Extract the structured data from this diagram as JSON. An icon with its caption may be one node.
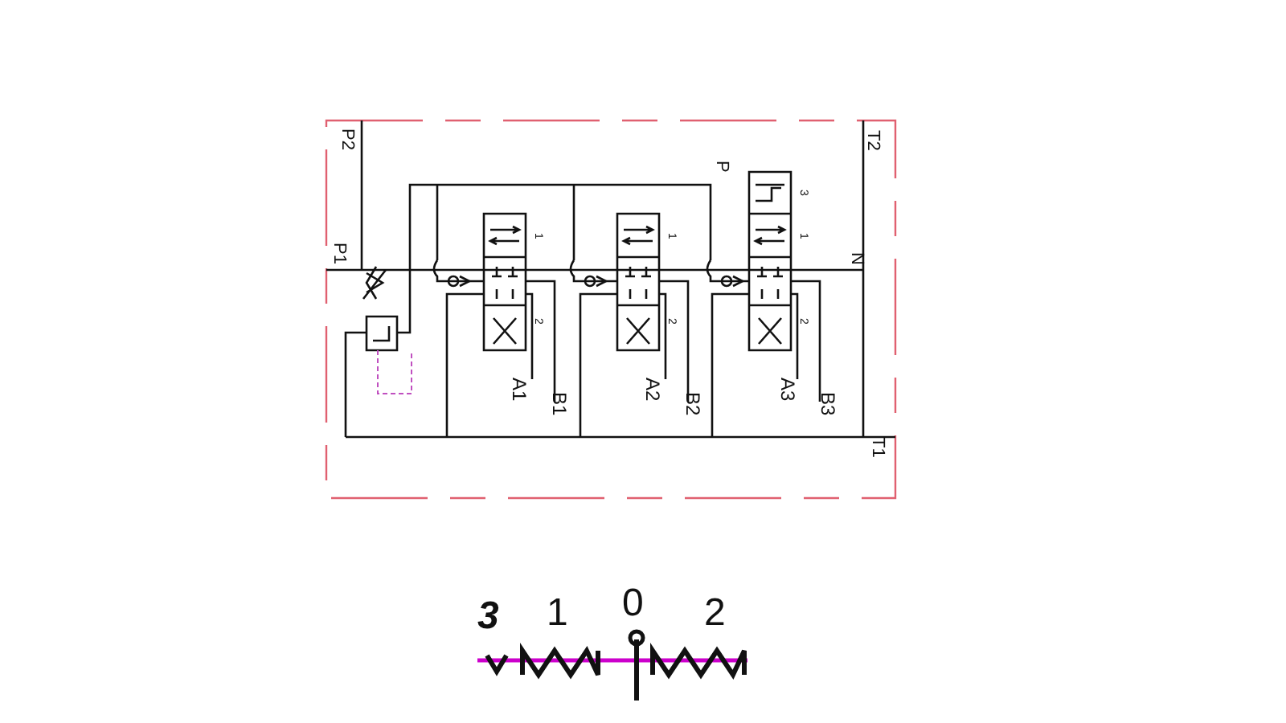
{
  "diagram": {
    "labels": [
      "P2",
      "P1",
      "P",
      "T2",
      "N",
      "1",
      "2",
      "A1",
      "B1",
      "1",
      "2",
      "A2",
      "B2",
      "3",
      "1",
      "2",
      "A3",
      "B3",
      "T1",
      "3",
      "1",
      "0",
      "2"
    ]
  }
}
